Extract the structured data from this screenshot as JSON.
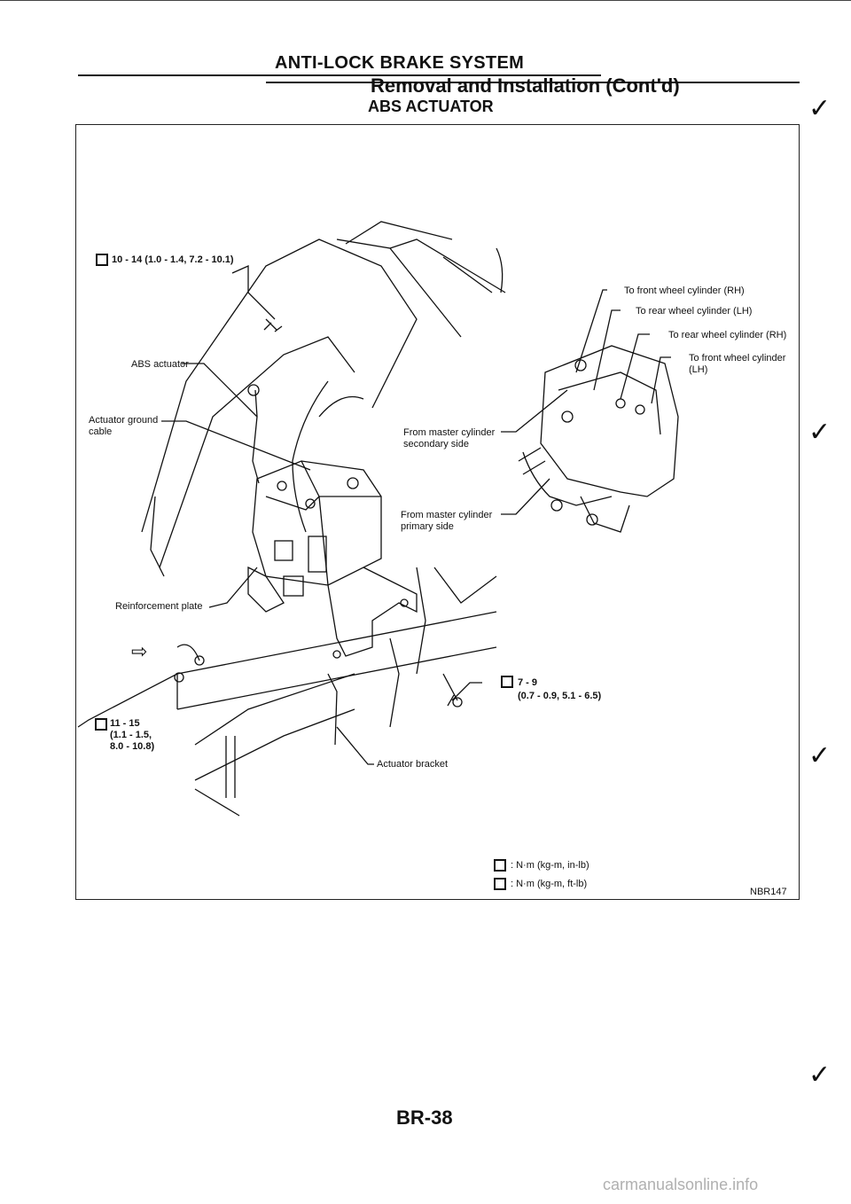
{
  "header": {
    "section": "ANTI-LOCK BRAKE SYSTEM",
    "title": "Removal and Installation (Cont'd)",
    "subtitle": "ABS ACTUATOR"
  },
  "figure": {
    "callouts": {
      "torque_top": "10 - 14 (1.0 - 1.4, 7.2 - 10.1)",
      "abs_actuator": "ABS actuator",
      "ground_cable_1": "Actuator ground",
      "ground_cable_2": "cable",
      "reinforcement": "Reinforcement plate",
      "torque_left_1": "11 - 15",
      "torque_left_2": "(1.1 - 1.5,",
      "torque_left_3": "8.0 - 10.8)",
      "master_secondary_1": "From master cylinder",
      "master_secondary_2": "secondary side",
      "master_primary_1": "From master cylinder",
      "master_primary_2": "primary side",
      "front_rh": "To front wheel cylinder (RH)",
      "rear_lh": "To rear wheel cylinder (LH)",
      "rear_rh": "To rear wheel cylinder (RH)",
      "front_lh_1": "To front wheel cylinder",
      "front_lh_2": "(LH)",
      "torque_right_1": "7 - 9",
      "torque_right_2": "(0.7 - 0.9, 5.1 - 6.5)",
      "bracket": "Actuator bracket"
    },
    "legend": {
      "nm_inlb": ": N·m (kg-m, in-lb)",
      "nm_ftlb": ": N·m (kg-m, ft-lb)"
    },
    "code": "NBR147"
  },
  "footer": {
    "page": "BR-38",
    "watermark": "carmanualsonline.info"
  },
  "icons": [
    "torque-ftlb-icon",
    "torque-inlb-icon",
    "front-arrow-icon",
    "check-mark-icon"
  ]
}
